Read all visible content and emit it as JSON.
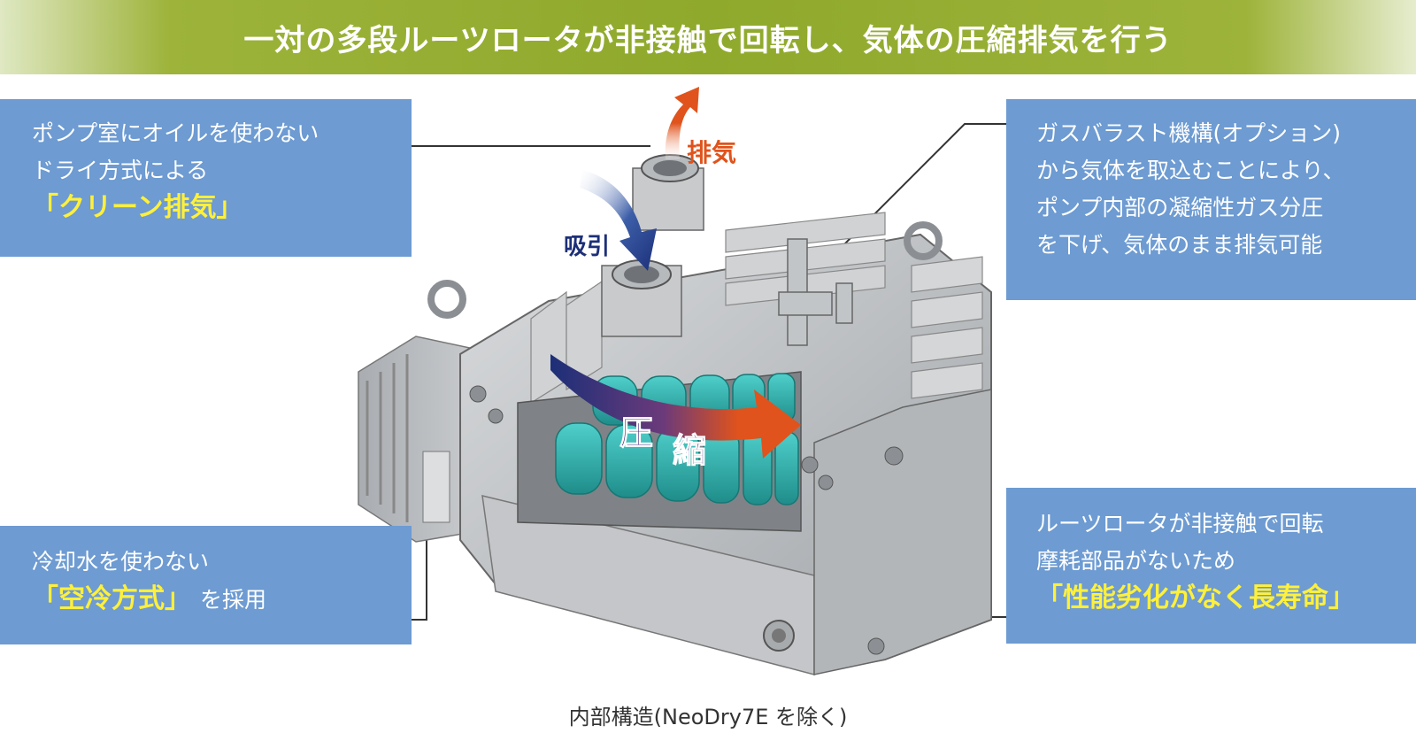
{
  "banner": {
    "title": "一対の多段ルーツロータが非接触で回転し、気体の圧縮排気を行う"
  },
  "callouts": {
    "clean": {
      "line1": "ポンプ室にオイルを使わない",
      "line2": "ドライ方式による",
      "highlight": "「クリーン排気」"
    },
    "gas": {
      "line1": "ガスバラスト機構(オプション)",
      "line2": "から気体を取込むことにより、",
      "line3": "ポンプ内部の凝縮性ガス分圧",
      "line4": "を下げ、気体のまま排気可能"
    },
    "air": {
      "line1": "冷却水を使わない",
      "highlight": "「空冷方式」",
      "suffix": "を採用"
    },
    "life": {
      "line1": "ルーツロータが非接触で回転",
      "line2": "摩耗部品がないため",
      "highlight": "「性能劣化がなく長寿命」"
    }
  },
  "labels": {
    "exhaust": "排気",
    "suction": "吸引",
    "compress_1": "圧",
    "compress_2": "縮"
  },
  "caption": "内部構造(NeoDry7E を除く)",
  "colors": {
    "banner": "#8fa92c",
    "callout_bg": "#6d9bd2",
    "highlight": "#fff03a",
    "exhaust_arrow": "#e0531c",
    "suction_arrow": "#1c2f78",
    "rotor": "#33b3b0",
    "body": "#b9bcbf"
  }
}
